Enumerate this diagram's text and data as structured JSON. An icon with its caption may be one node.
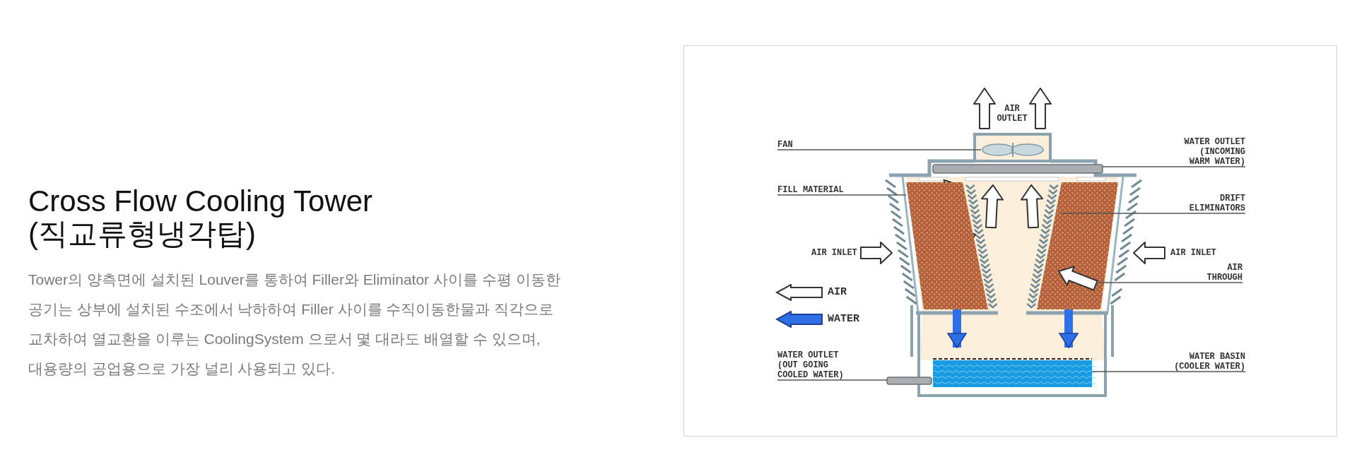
{
  "diagram": {
    "title": "Cross Flow Cooling Tower (직교류형냉각탑)",
    "nodes": [
      {
        "text": [
          "FAN"
        ]
      },
      {
        "text": [
          "FILL MATERIAL"
        ]
      },
      {
        "text": [
          "WATER OUTLET (OUT GOING COOLED WATER)"
        ]
      },
      {
        "text": [
          "WATER OUTLET (INCOMING WARM WATER)"
        ]
      },
      {
        "text": [
          "DRIFT ELIMINATORS"
        ]
      },
      {
        "text": [
          "AIR THROUGH"
        ]
      },
      {
        "text": [
          "WATER BASIN (COOLER WATER)"
        ]
      },
      {
        "text": [],
        "shape": "fan"
      },
      {
        "text": [],
        "shape": "trapezoid"
      },
      {
        "text": [],
        "shape": "bar"
      },
      {
        "text": [],
        "shape": "bar"
      },
      {
        "text": [],
        "shape": "chevrons"
      },
      {
        "text": [],
        "shape": "trapezoid"
      },
      {
        "text": [],
        "shape": "arrow",
        "in": 12
      },
      {
        "text": [],
        "shape": "box"
      }
    ],
    "edges": [
      {
        "from": 0,
        "to": 7,
        "arrow": "none"
      },
      {
        "from": 1,
        "to": 8,
        "arrow": "none"
      },
      {
        "from": 2,
        "to": 9,
        "arrow": "none"
      },
      {
        "from": 3,
        "to": 10,
        "arrow": "none"
      },
      {
        "from": 4,
        "to": 11,
        "arrow": "none"
      },
      {
        "from": 5,
        "to": 13,
        "arrow": "none"
      },
      {
        "from": 6,
        "to": 14,
        "arrow": "none"
      },
      {
        "from": 8,
        "to": 14,
        "arrow": "to",
        "style": "thick",
        "color": "#2f6fe6"
      },
      {
        "from": 12,
        "to": 14,
        "arrow": "to",
        "style": "thick",
        "color": "#2f6fe6"
      }
    ],
    "labels": [
      "Tower의 양측면에 설치된 Louver를 통하여 Filler와 Eliminator 사이를 수평 이동한 공기는 상부에 설치된 수조에서 낙하하여 Filler 사이를 수직이동한물과 직각으로 교차하여 열교환을 이루는 CoolingSystem 으로서 몇 대라도 배열할 수 있으며, 대용량의 공업용으로 가장 널리 사용되고 있다.",
      "AIR OUTLET",
      "AIR INLET",
      "AIR INLET"
    ],
    "legend": [
      {
        "text": "AIR"
      },
      {
        "text": "WATER",
        "color": "#2f6fe6"
      }
    ]
  }
}
